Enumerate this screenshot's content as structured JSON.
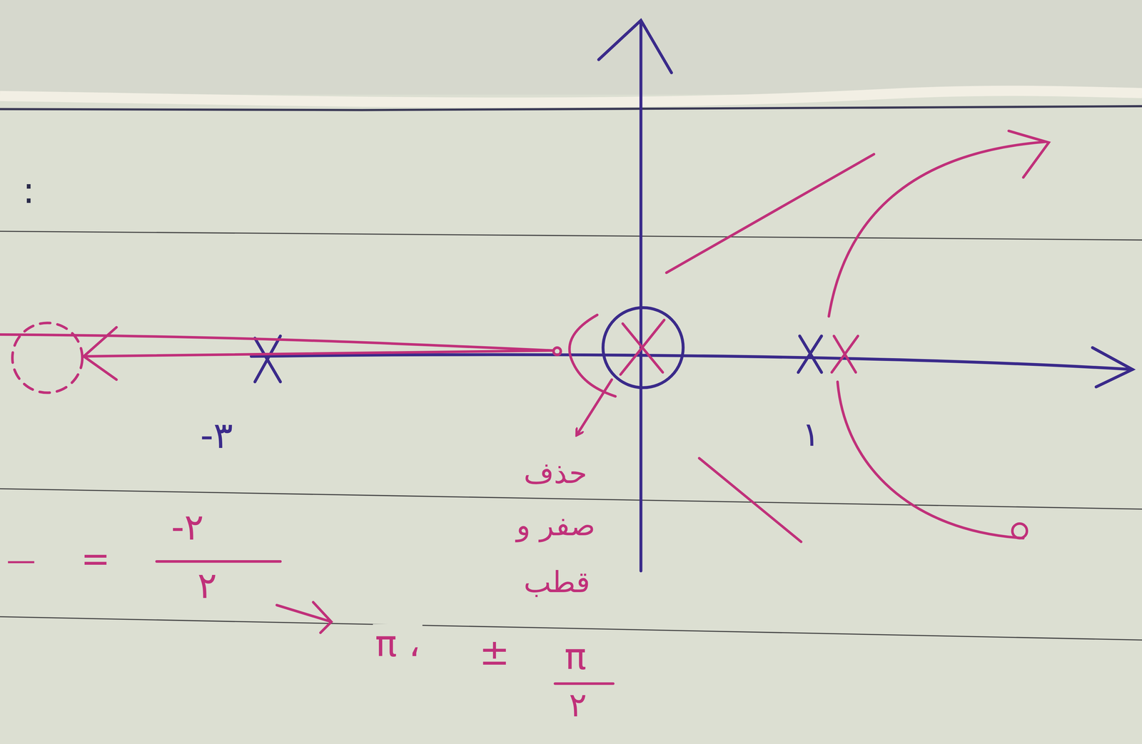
{
  "diagram": {
    "labels": [
      ":",
      "-۳",
      "۱",
      "—",
      "=",
      "-۲",
      "۲",
      "حذف",
      "صفر و",
      "قطب",
      "π ،",
      "±",
      "π",
      "۲"
    ]
  }
}
